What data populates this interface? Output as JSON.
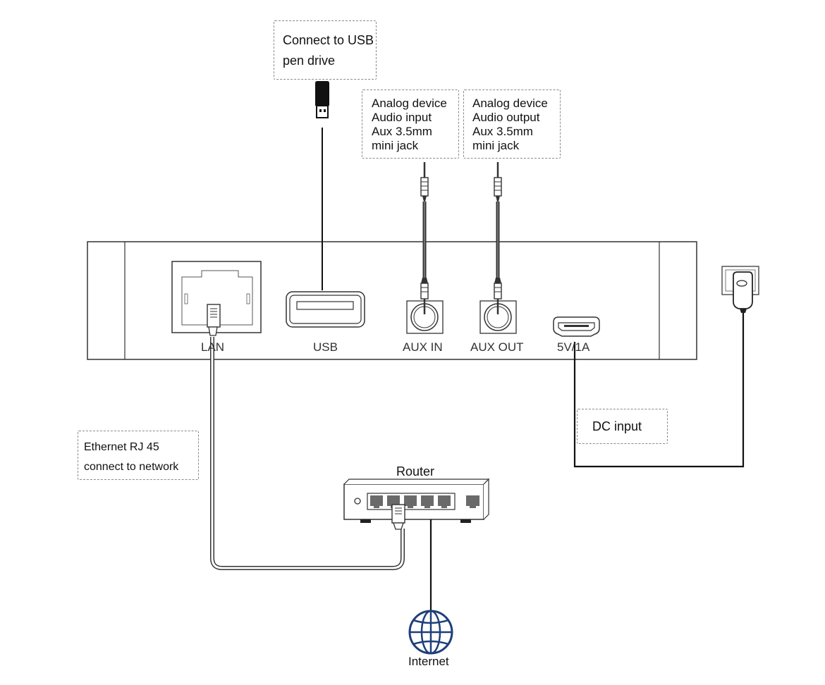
{
  "callouts": {
    "usb": {
      "line1": "Connect to USB",
      "line2": "pen drive"
    },
    "aux_in": {
      "line1": "Analog device",
      "line2": "Audio input",
      "line3": "Aux 3.5mm",
      "line4": "mini jack"
    },
    "aux_out": {
      "line1": "Analog device",
      "line2": "Audio output",
      "line3": "Aux 3.5mm",
      "line4": "mini jack"
    },
    "ethernet": {
      "line1": "Ethernet RJ 45",
      "line2": "connect to network"
    },
    "dc": {
      "line1": "DC input"
    }
  },
  "ports": {
    "lan": "LAN",
    "usb": "USB",
    "aux_in": "AUX IN",
    "aux_out": "AUX OUT",
    "power": "5V/1A"
  },
  "labels": {
    "router": "Router",
    "internet": "Internet"
  },
  "icons": {
    "usb_drive": "usb-pen-drive-icon",
    "audio_jack": "audio-jack-icon",
    "wall_plug": "power-plug-icon",
    "router": "router-icon",
    "globe": "globe-icon",
    "rj45": "rj45-connector-icon"
  }
}
